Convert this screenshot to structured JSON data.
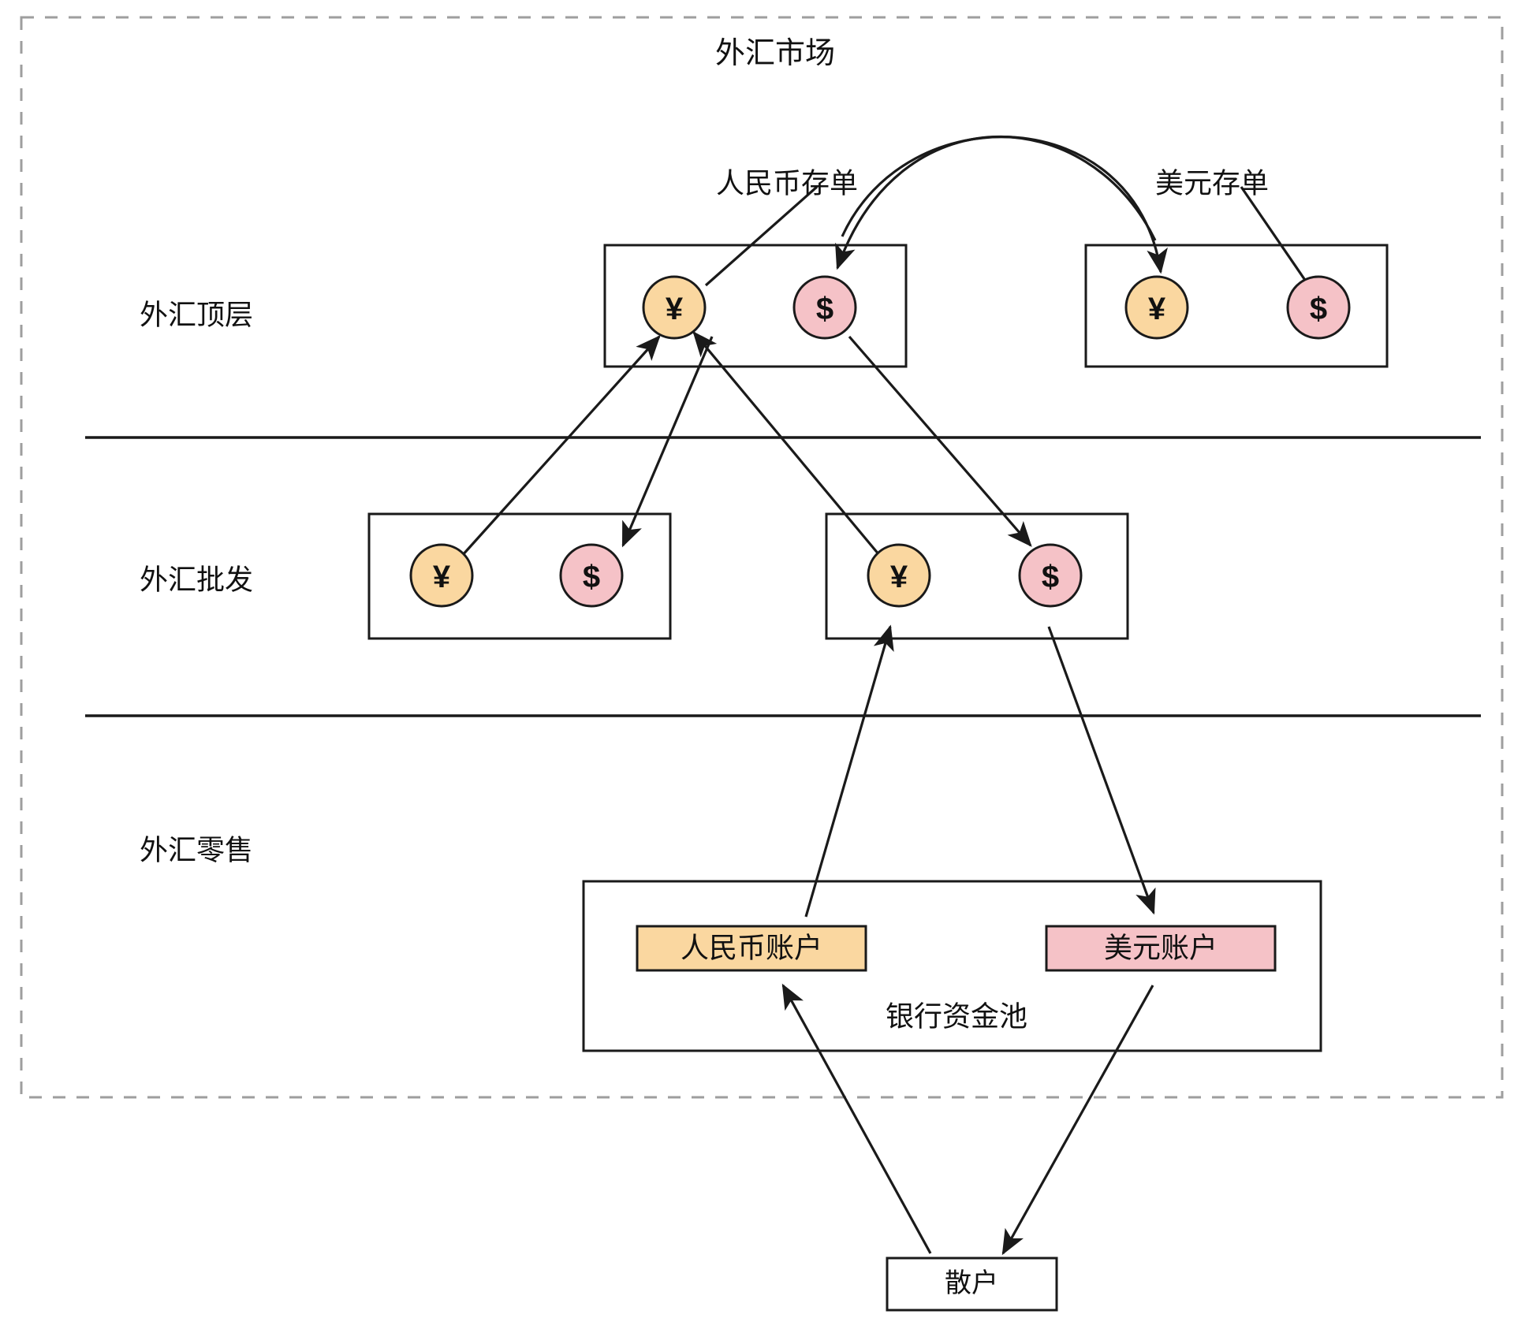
{
  "diagram": {
    "title": "外汇市场",
    "frame": {
      "style": "dashed",
      "color": "#9e9e9e"
    },
    "colors": {
      "yen_fill": "#fad7a0",
      "usd_fill": "#f5c2c7",
      "stroke": "#1a1a1a",
      "frame": "#9e9e9e",
      "background": "#ffffff"
    },
    "tiers": [
      {
        "id": "top",
        "label": "外汇顶层"
      },
      {
        "id": "wholesale",
        "label": "外汇批发"
      },
      {
        "id": "retail",
        "label": "外汇零售"
      }
    ],
    "annotations": [
      {
        "id": "rmb-cd",
        "label": "人民币存单"
      },
      {
        "id": "usd-cd",
        "label": "美元存单"
      }
    ],
    "nodes": {
      "yen_symbol": "¥",
      "usd_symbol": "$"
    },
    "top_layer": {
      "bank_a": {
        "yen": "¥",
        "usd": "$"
      },
      "bank_b": {
        "yen": "¥",
        "usd": "$"
      }
    },
    "wholesale_layer": {
      "bank_a": {
        "yen": "¥",
        "usd": "$"
      },
      "bank_b": {
        "yen": "¥",
        "usd": "$"
      }
    },
    "retail_layer": {
      "pool_label": "银行资金池",
      "rmb_account": "人民币账户",
      "usd_account": "美元账户"
    },
    "customer": {
      "label": "散户"
    }
  }
}
